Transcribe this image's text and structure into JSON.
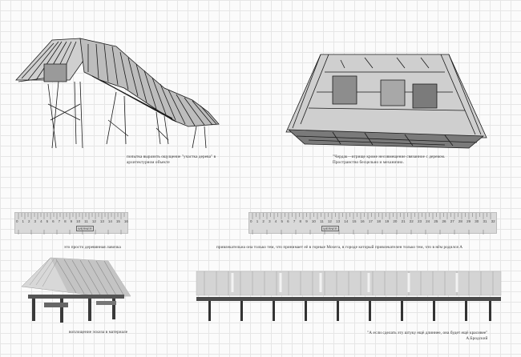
{
  "captions": {
    "c1_line1": "попытка выразить ощущение \"участка дерева\" в",
    "c1_line2": "архитектурном объекте",
    "c2_line1": "\"Чердак—игрище кроме несовмещение связанное с деревом.",
    "c2_line2": "Пространство бесцельно и механично.",
    "c3": "это просто деревянная лавочка",
    "c4": "привлекательна она только тем, что принимает её в горные Мохега, в городе который привлекателен только тем, что в нём родился А",
    "c5": "воплощение эскиза в материале",
    "c6_quote": "\"А если сделать эту штуку ещё длиннее, она будет ещё красивее\"",
    "c6_author": "А.Бродский"
  },
  "ruler1": {
    "numbers": [
      "0",
      "1",
      "2",
      "3",
      "4",
      "5",
      "6",
      "7",
      "8",
      "9",
      "10",
      "11",
      "12",
      "13",
      "14",
      "15",
      "16"
    ],
    "brand": "WERNER"
  },
  "ruler2": {
    "numbers": [
      "0",
      "1",
      "2",
      "3",
      "4",
      "5",
      "6",
      "7",
      "8",
      "9",
      "10",
      "11",
      "12",
      "13",
      "14",
      "15",
      "16",
      "17",
      "18",
      "19",
      "20",
      "21",
      "22",
      "23",
      "24",
      "25",
      "26",
      "27",
      "28",
      "29",
      "30",
      "31",
      "32"
    ],
    "brand": "WERNER"
  }
}
